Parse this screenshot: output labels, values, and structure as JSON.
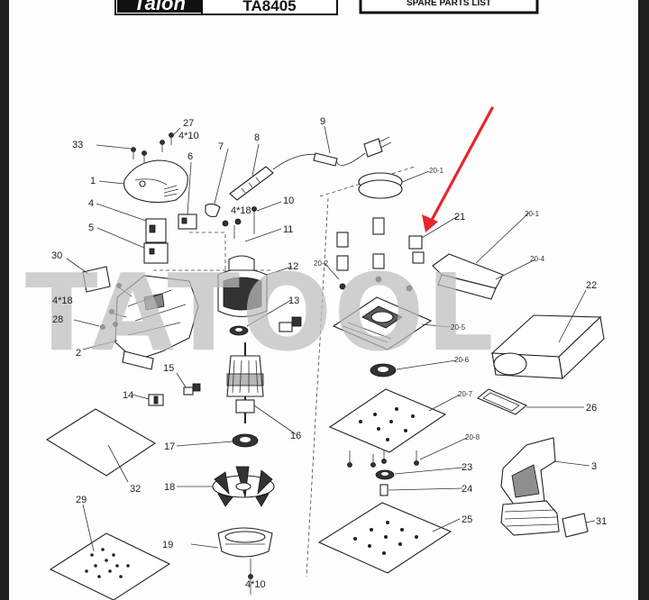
{
  "header": {
    "brand_logo_text": "Talon",
    "model": "TA8405",
    "list_title": "SPARE PARTS LIST"
  },
  "watermark": "TATOOL",
  "part_labels": {
    "p1": "1",
    "p2": "2",
    "p3": "3",
    "p4": "4",
    "p5": "5",
    "p6": "6",
    "p7": "7",
    "p8": "8",
    "p9": "9",
    "p10": "10",
    "p11": "11",
    "p12": "12",
    "p13": "13",
    "p14": "14",
    "p15": "15",
    "p16": "16",
    "p17": "17",
    "p18": "18",
    "p19": "19",
    "p20_1a": "20-1",
    "p20_1b": "20-1",
    "p20_2": "20-2",
    "p20_4": "20-4",
    "p20_5": "20-5",
    "p20_6": "20-6",
    "p20_7": "20-7",
    "p20_8": "20-8",
    "p21": "21",
    "p22": "22",
    "p23": "23",
    "p24": "24",
    "p25": "25",
    "p26": "26",
    "p27": "27",
    "p28": "28",
    "p29": "29",
    "p30": "30",
    "p31": "31",
    "p32": "32",
    "p33": "33",
    "screw_27": "4*10",
    "screw_10": "4*18",
    "screw_30": "4*18",
    "screw_19": "4*10"
  },
  "colors": {
    "annotation_arrow": "#e8262b",
    "watermark": "#bdbdbd",
    "sidebar": "#1e1e1e"
  }
}
